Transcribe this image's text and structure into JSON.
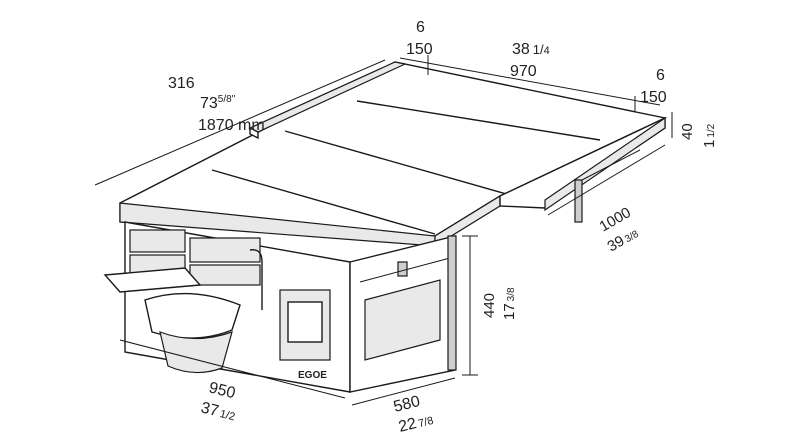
{
  "dimensions": {
    "length": {
      "inch": "73",
      "inch_frac_num": "5",
      "inch_frac_den": "8",
      "inch_mark": "\"",
      "mm": "1870 mm",
      "cm": "316"
    },
    "top_left_overhang": {
      "inch": "6",
      "mm": "150"
    },
    "top_right_overhang": {
      "inch": "6",
      "mm": "150"
    },
    "table_width": {
      "inch": "38",
      "inch_frac_num": "1",
      "inch_frac_den": "4",
      "mm": "970"
    },
    "thickness": {
      "mm": "40",
      "inch": "1",
      "inch_frac_num": "1",
      "inch_frac_den": "2"
    },
    "depth": {
      "mm": "1000",
      "inch": "39",
      "inch_frac_num": "3",
      "inch_frac_den": "8"
    },
    "height": {
      "mm": "440",
      "inch": "17",
      "inch_frac_num": "3",
      "inch_frac_den": "8"
    },
    "base_length": {
      "mm": "950",
      "inch": "37",
      "inch_frac_num": "1",
      "inch_frac_den": "2"
    },
    "base_depth": {
      "mm": "580",
      "inch": "22",
      "inch_frac_num": "7",
      "inch_frac_den": "8"
    }
  },
  "branding": {
    "logo_text": "EGOE"
  }
}
